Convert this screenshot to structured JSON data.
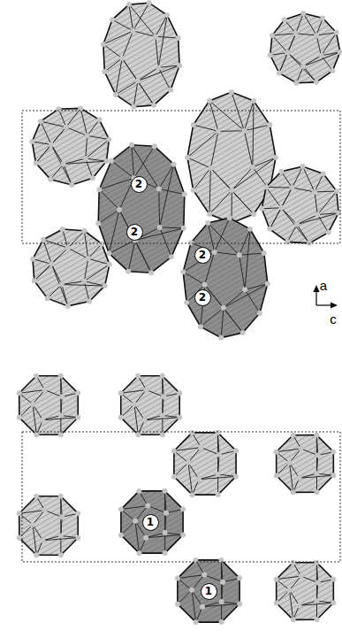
{
  "diagram": {
    "labels": [
      "2",
      "2",
      "2",
      "a",
      "2",
      "c",
      "1",
      "1"
    ]
  }
}
